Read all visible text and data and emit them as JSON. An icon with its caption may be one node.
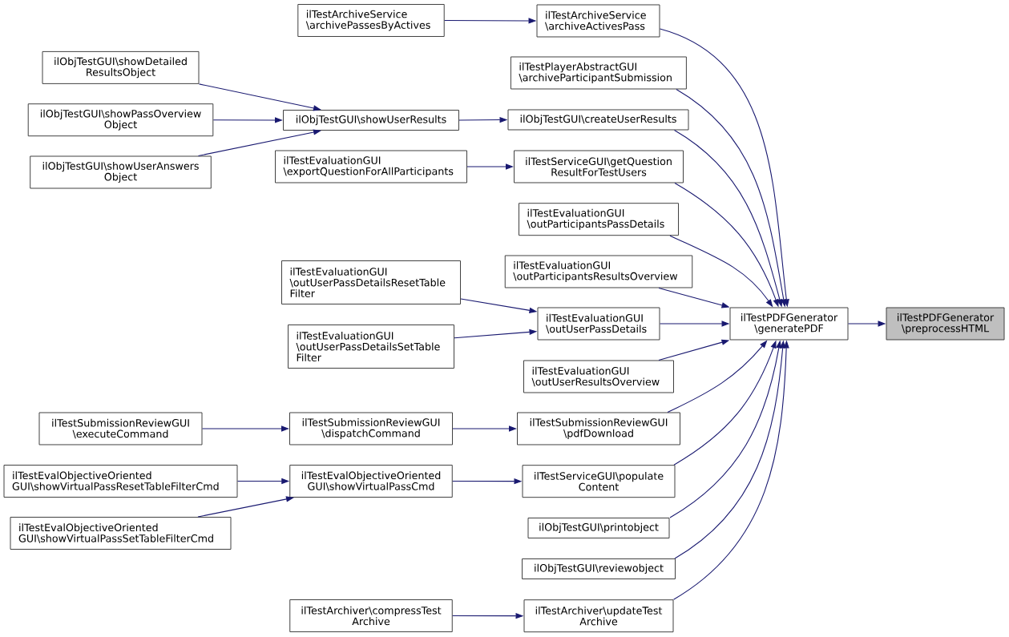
{
  "diagram": {
    "nodes": [
      {
        "text": [
          "ilTestPDFGenerator \\preprocessHTML"
        ]
      },
      {
        "text": [
          "ilTestPDFGenerator \\generatePDF"
        ]
      },
      {
        "text": [
          "ilTestArchiveService \\archiveActivesPass"
        ]
      },
      {
        "text": [
          "ilTestPlayerAbstractGUI \\archiveParticipantSubmission"
        ]
      },
      {
        "text": [
          "ilObjTestGUI\\createUserResults"
        ]
      },
      {
        "text": [
          "ilTestServiceGUI\\getQuestion ResultForTestUsers"
        ]
      },
      {
        "text": [
          "ilTestEvaluationGUI \\outParticipantsPassDetails"
        ]
      },
      {
        "text": [
          "ilTestEvaluationGUI \\outParticipantsResultsOverview"
        ]
      },
      {
        "text": [
          "ilTestEvaluationGUI \\outUserPassDetails"
        ]
      },
      {
        "text": [
          "ilTestEvaluationGUI \\outUserResultsOverview"
        ]
      },
      {
        "text": [
          "ilTestSubmissionReviewGUI \\pdfDownload"
        ]
      },
      {
        "text": [
          "ilTestServiceGUI\\populate Content"
        ]
      },
      {
        "text": [
          "ilObjTestGUI\\printobject"
        ]
      },
      {
        "text": [
          "ilObjTestGUI\\reviewobject"
        ]
      },
      {
        "text": [
          "ilTestArchiver\\updateTest Archive"
        ]
      },
      {
        "text": [
          "ilTestArchiveService \\archivePassesByActives"
        ]
      },
      {
        "text": [
          "ilObjTestGUI\\showUserResults"
        ]
      },
      {
        "text": [
          "ilTestEvaluationGUI \\exportQuestionForAllParticipants"
        ]
      },
      {
        "text": [
          "ilTestEvaluationGUI \\outUserPassDetailsResetTable Filter"
        ]
      },
      {
        "text": [
          "ilTestEvaluationGUI \\outUserPassDetailsSetTable Filter"
        ]
      },
      {
        "text": [
          "ilTestSubmissionReviewGUI \\dispatchCommand"
        ]
      },
      {
        "text": [
          "ilTestEvalObjectiveOriented GUI\\showVirtualPassCmd"
        ]
      },
      {
        "text": [
          "ilTestArchiver\\compressTest Archive"
        ]
      },
      {
        "text": [
          "ilObjTestGUI\\showDetailed ResultsObject"
        ]
      },
      {
        "text": [
          "ilObjTestGUI\\showPassOverview Object"
        ]
      },
      {
        "text": [
          "ilObjTestGUI\\showUserAnswers Object"
        ]
      },
      {
        "text": [
          "ilTestSubmissionReviewGUI \\executeCommand"
        ]
      },
      {
        "text": [
          "ilTestEvalObjectiveOriented GUI\\showVirtualPassResetTableFilterCmd"
        ]
      },
      {
        "text": [
          "ilTestEvalObjectiveOriented GUI\\showVirtualPassSetTableFilterCmd"
        ]
      }
    ],
    "edges": [
      {
        "from": 1,
        "to": 0,
        "arrow": "to"
      },
      {
        "from": 2,
        "to": 1,
        "arrow": "to"
      },
      {
        "from": 3,
        "to": 1,
        "arrow": "to"
      },
      {
        "from": 4,
        "to": 1,
        "arrow": "to"
      },
      {
        "from": 5,
        "to": 1,
        "arrow": "to"
      },
      {
        "from": 6,
        "to": 1,
        "arrow": "to"
      },
      {
        "from": 7,
        "to": 1,
        "arrow": "to"
      },
      {
        "from": 8,
        "to": 1,
        "arrow": "to"
      },
      {
        "from": 9,
        "to": 1,
        "arrow": "to"
      },
      {
        "from": 10,
        "to": 1,
        "arrow": "to"
      },
      {
        "from": 11,
        "to": 1,
        "arrow": "to"
      },
      {
        "from": 12,
        "to": 1,
        "arrow": "to"
      },
      {
        "from": 13,
        "to": 1,
        "arrow": "to"
      },
      {
        "from": 14,
        "to": 1,
        "arrow": "to"
      },
      {
        "from": 15,
        "to": 2,
        "arrow": "to"
      },
      {
        "from": 16,
        "to": 4,
        "arrow": "to"
      },
      {
        "from": 17,
        "to": 5,
        "arrow": "to"
      },
      {
        "from": 18,
        "to": 8,
        "arrow": "to"
      },
      {
        "from": 19,
        "to": 8,
        "arrow": "to"
      },
      {
        "from": 20,
        "to": 10,
        "arrow": "to"
      },
      {
        "from": 21,
        "to": 11,
        "arrow": "to"
      },
      {
        "from": 22,
        "to": 14,
        "arrow": "to"
      },
      {
        "from": 23,
        "to": 16,
        "arrow": "to"
      },
      {
        "from": 24,
        "to": 16,
        "arrow": "to"
      },
      {
        "from": 25,
        "to": 16,
        "arrow": "to"
      },
      {
        "from": 26,
        "to": 20,
        "arrow": "to"
      },
      {
        "from": 27,
        "to": 21,
        "arrow": "to"
      },
      {
        "from": 28,
        "to": 21,
        "arrow": "to"
      }
    ]
  }
}
